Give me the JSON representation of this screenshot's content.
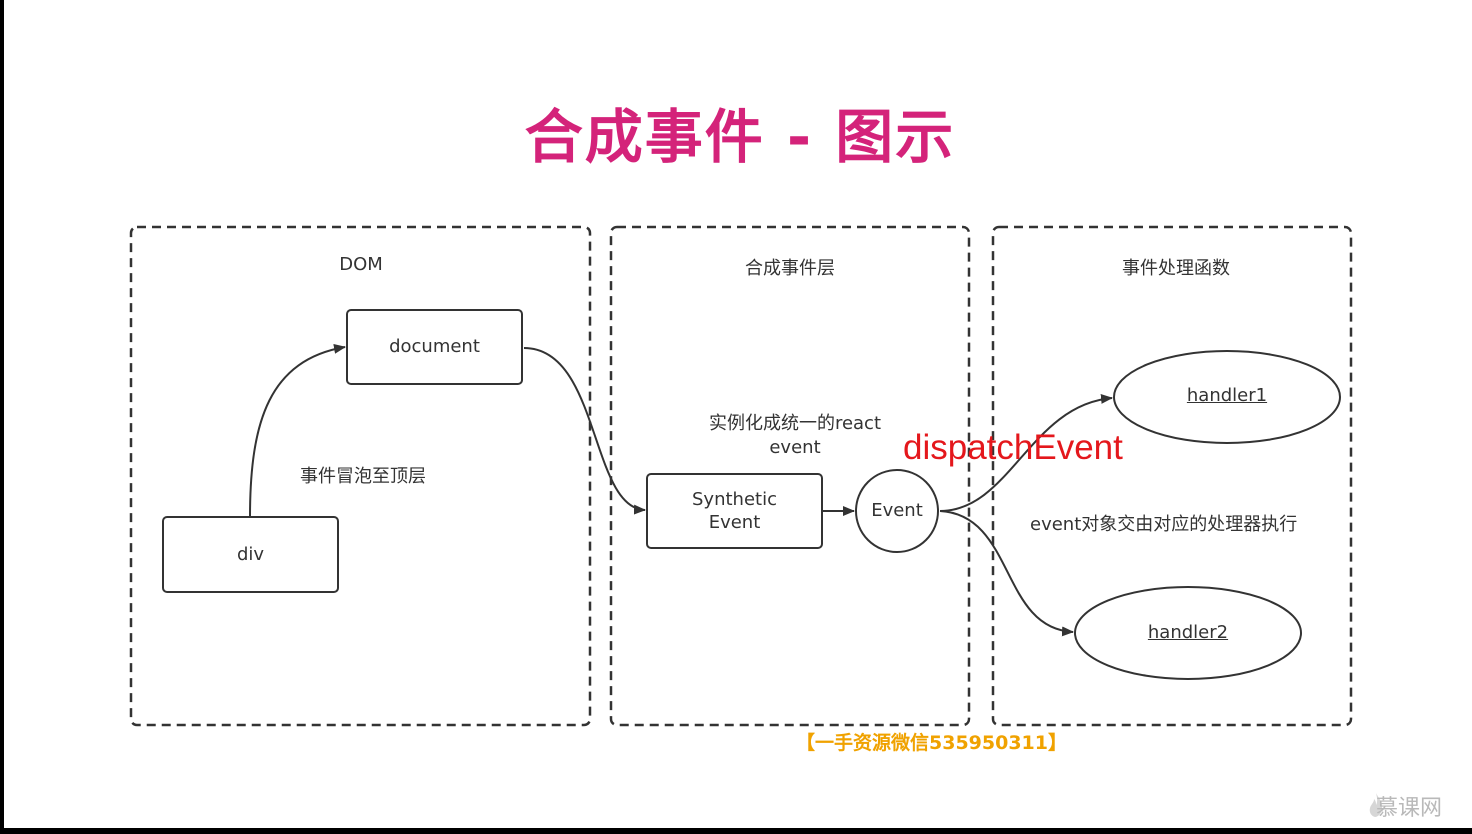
{
  "title": "合成事件 - 图示",
  "panels": {
    "dom": {
      "title": "DOM"
    },
    "synthetic": {
      "title": "合成事件层"
    },
    "handlers": {
      "title": "事件处理函数"
    }
  },
  "nodes": {
    "document": "document",
    "div": "div",
    "synthetic_event": [
      "Synthetic",
      "Event"
    ],
    "event": "Event",
    "handler1": "handler1",
    "handler2": "handler2"
  },
  "annotations": {
    "bubble": "事件冒泡至顶层",
    "instantiate": [
      "实例化成统一的react",
      "event"
    ],
    "dispatch": "dispatchEvent",
    "delegate": "event对象交由对应的处理器执行"
  },
  "watermark": "【一手资源微信535950311】",
  "brand": "慕课网",
  "colors": {
    "title": "#d4237a",
    "dispatch": "#e4171c",
    "watermark": "#f0a200"
  }
}
